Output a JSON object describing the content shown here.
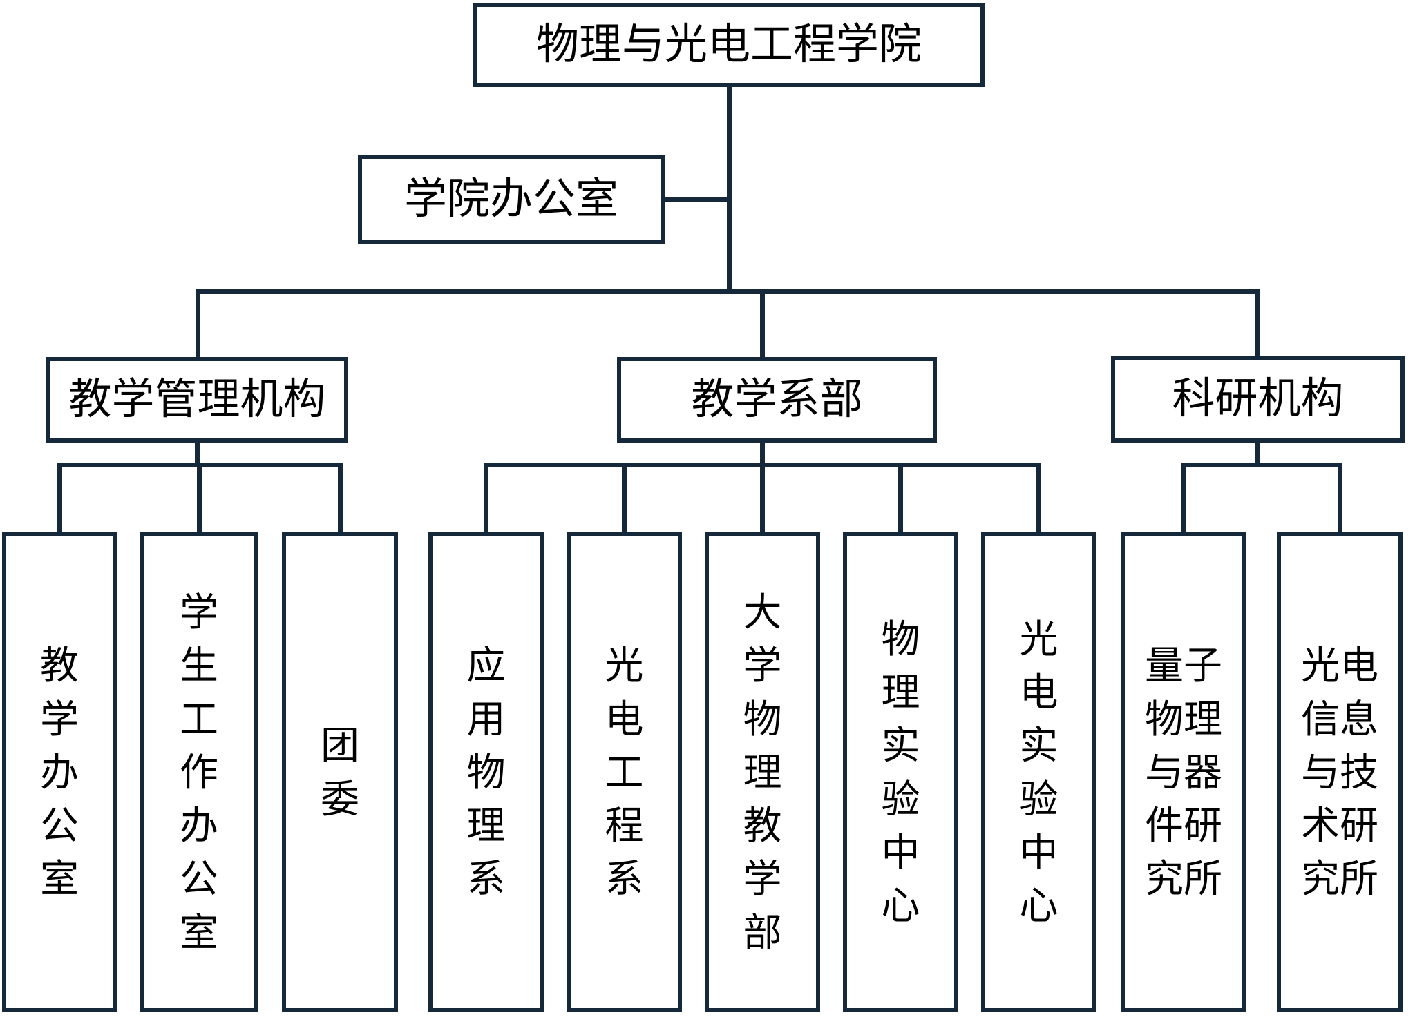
{
  "diagram": {
    "title": "organization-chart",
    "colors": {
      "line": "#16293a",
      "text": "#000000",
      "background": "#ffffff"
    },
    "root": {
      "label": "物理与光电工程学院"
    },
    "office": {
      "label": "学院办公室"
    },
    "branches": [
      {
        "label": "教学管理机构",
        "children": [
          "教学办公室",
          "学生工作办公室",
          "团委"
        ]
      },
      {
        "label": "教学系部",
        "children": [
          "应用物理系",
          "光电工程系",
          "大学物理教学部",
          "物理实验中心",
          "光电实验中心"
        ]
      },
      {
        "label": "科研机构",
        "children": [
          "量子物理与器件研究所",
          "光电信息与技术研究所"
        ]
      }
    ]
  }
}
